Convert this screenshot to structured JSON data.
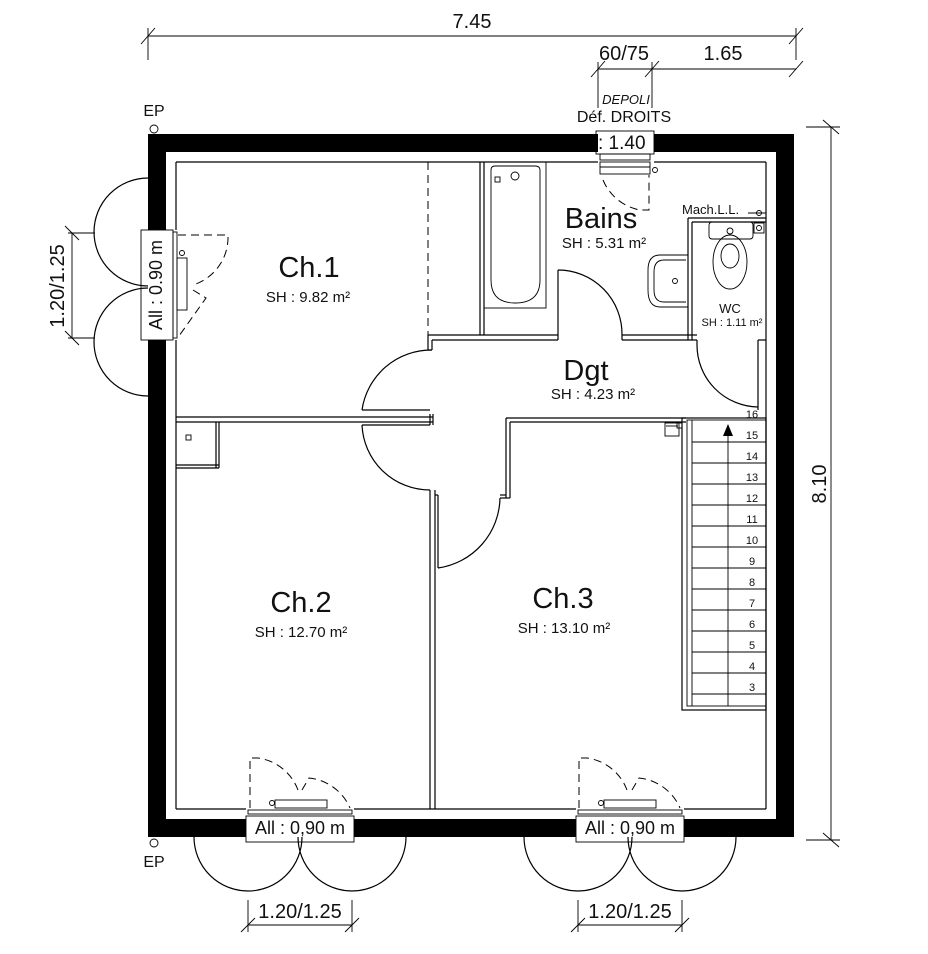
{
  "plan": {
    "dimensions": {
      "overall_width": "7.45",
      "overall_depth": "8.10",
      "top_window_width": "60/75",
      "top_right_offset": "1.65",
      "left_window_width": "1.20/1.25",
      "bottom_left_window_width": "1.20/1.25",
      "bottom_right_window_width": "1.20/1.25"
    },
    "markers": {
      "ep_top": "EP",
      "ep_bottom": "EP"
    },
    "top_window": {
      "glazing": "DEPOLI",
      "type": "Déf. DROITS",
      "sill": ": 1.40"
    },
    "windows": {
      "left_sill": "All : 0.90 m",
      "bottom_left_sill": "All : 0,90 m",
      "bottom_right_sill": "All : 0,90 m"
    },
    "rooms": [
      {
        "name": "Ch.1",
        "area": "SH : 9.82 m²"
      },
      {
        "name": "Bains",
        "area": "SH : 5.31 m²"
      },
      {
        "name": "WC",
        "area": "SH : 1.11 m²"
      },
      {
        "name": "Dgt",
        "area": "SH : 4.23 m²"
      },
      {
        "name": "Ch.2",
        "area": "SH : 12.70 m²"
      },
      {
        "name": "Ch.3",
        "area": "SH : 13.10 m²"
      }
    ],
    "fixtures": {
      "washing_machine": "Mach.L.L."
    },
    "stairs": {
      "steps": [
        "16",
        "15",
        "14",
        "13",
        "12",
        "11",
        "10",
        "9",
        "8",
        "7",
        "6",
        "5",
        "4",
        "3"
      ]
    }
  }
}
